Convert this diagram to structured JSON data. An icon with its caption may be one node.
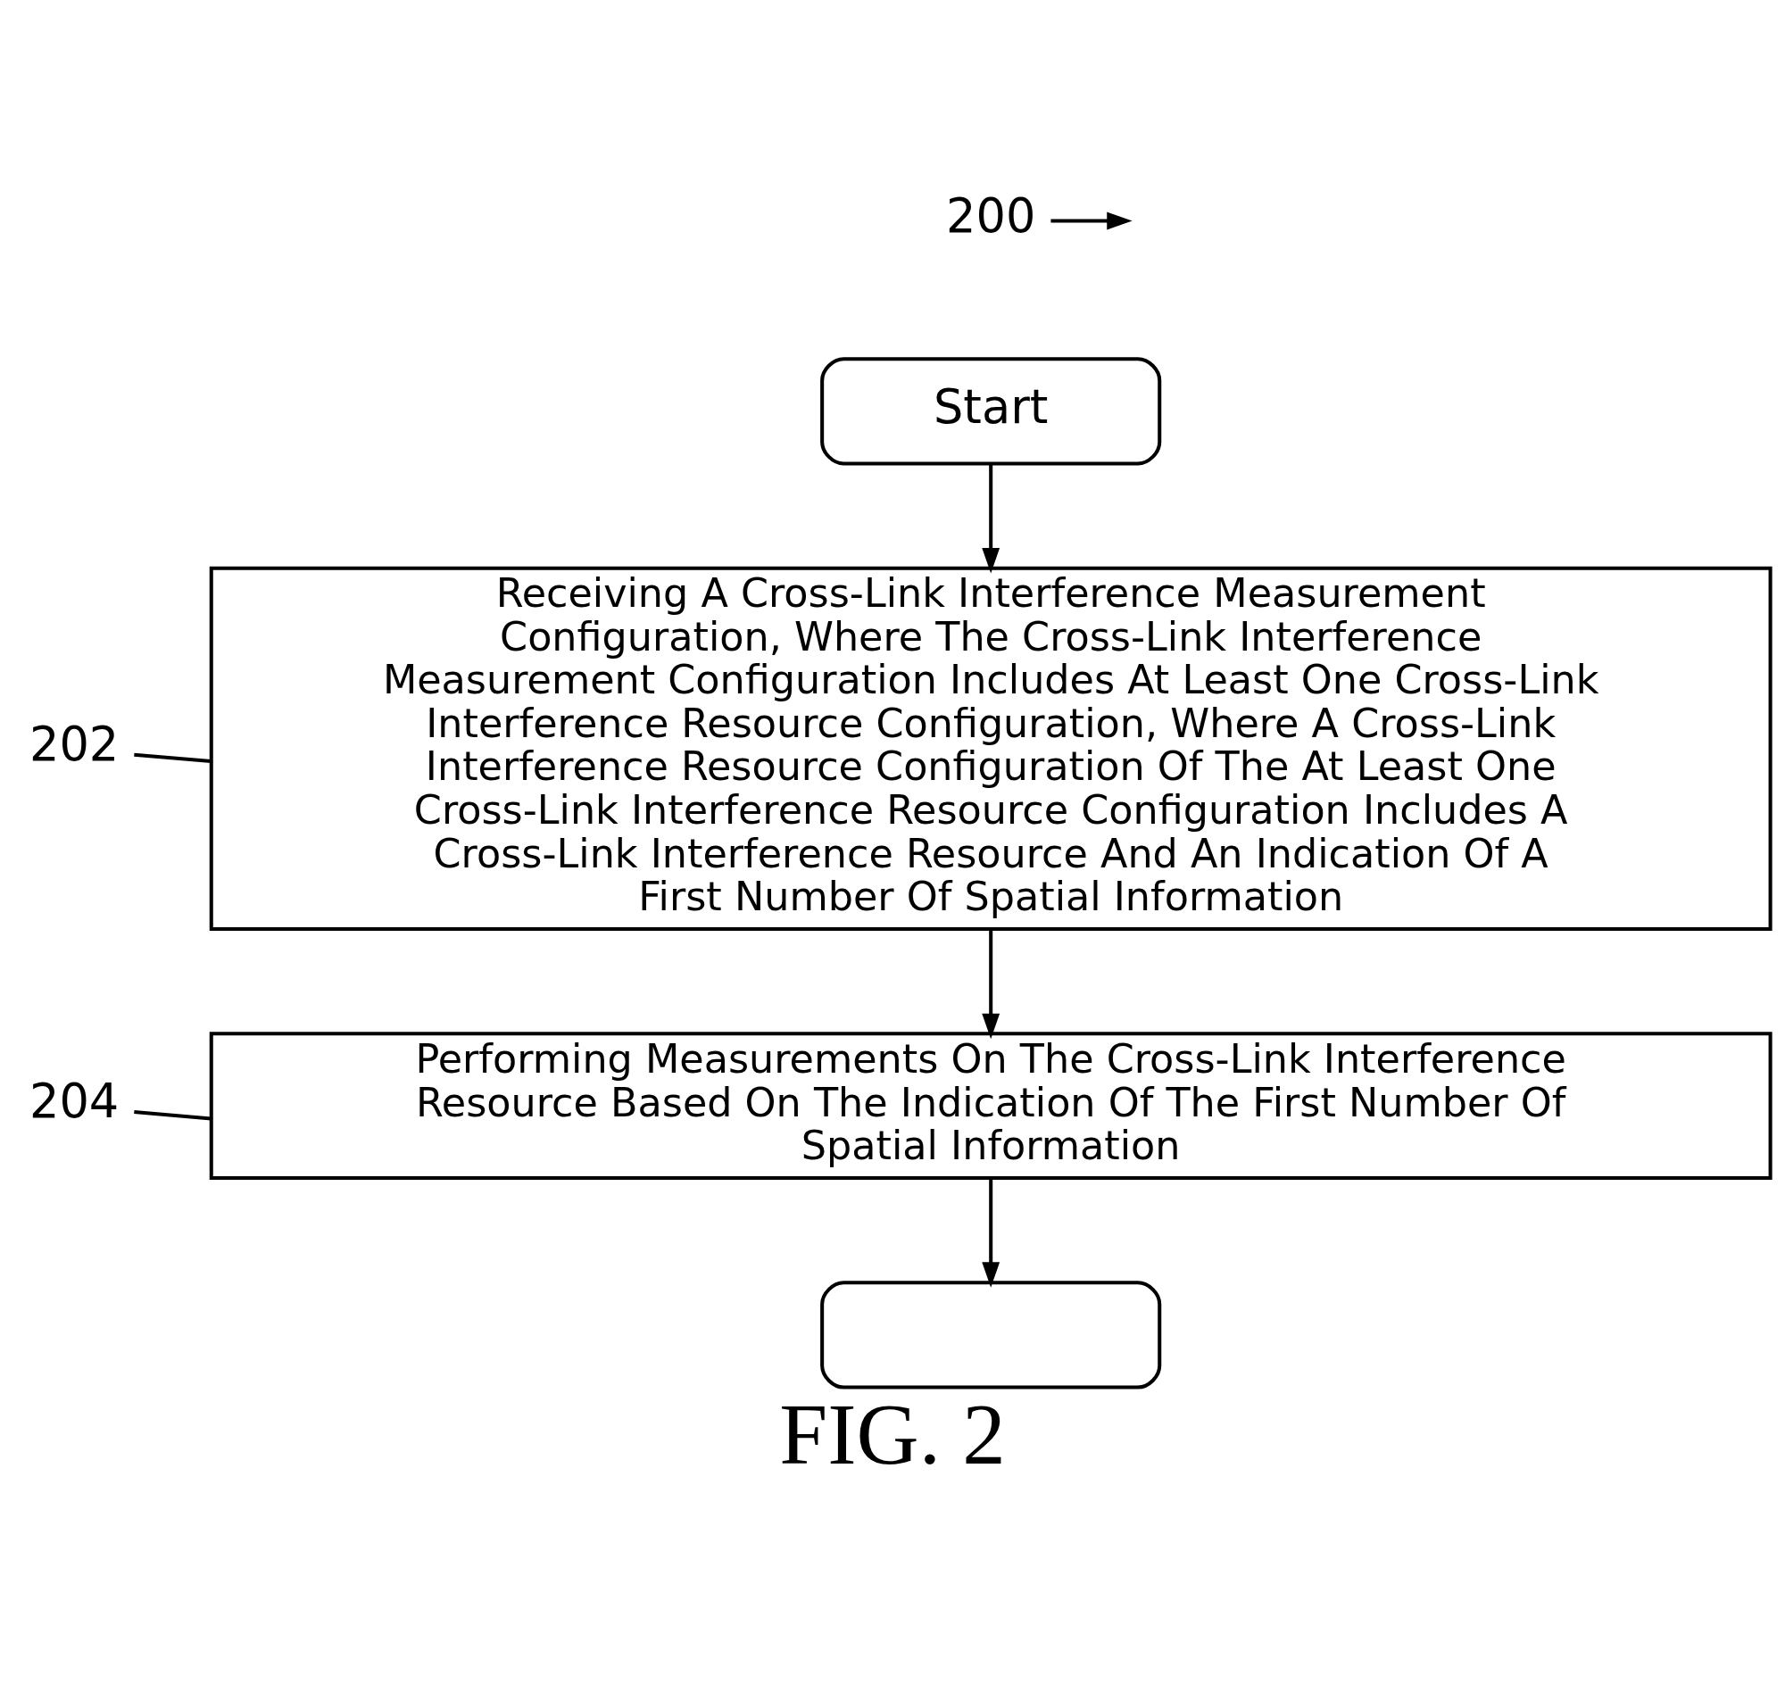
{
  "diagram": {
    "caption": "FIG. 2",
    "nodes": [
      {
        "text": [
          "Start"
        ]
      },
      {
        "text": [
          "Receiving A Cross-Link Interference Measurement Configuration, Where The Cross-Link Interference Measurement Configuration Includes At Least One Cross-Link Interference Resource Configuration, Where A Cross-Link Interference Resource Configuration Of The At Least One Cross-Link Interference Resource Configuration Includes A Cross-Link Interference Resource And An Indication Of A First Number Of Spatial Information"
        ]
      },
      {
        "text": [
          "Performing Measurements On The Cross-Link Interference Resource Based On The Indication Of The First Number Of Spatial Information"
        ]
      },
      {
        "text": [],
        "shape": "oval"
      },
      {
        "text": [
          "202"
        ]
      },
      {
        "text": [
          "204"
        ]
      },
      {
        "text": [
          "200"
        ]
      }
    ],
    "edges": [
      {
        "from": 0,
        "to": 1,
        "arrow": "to"
      },
      {
        "from": 1,
        "to": 2,
        "arrow": "to"
      },
      {
        "from": 2,
        "to": 3,
        "arrow": "to"
      },
      {
        "from": 4,
        "to": 1,
        "arrow": "none"
      },
      {
        "from": 5,
        "to": 2,
        "arrow": "none"
      },
      {
        "from": 6,
        "to": null,
        "arrow": "to"
      }
    ]
  }
}
